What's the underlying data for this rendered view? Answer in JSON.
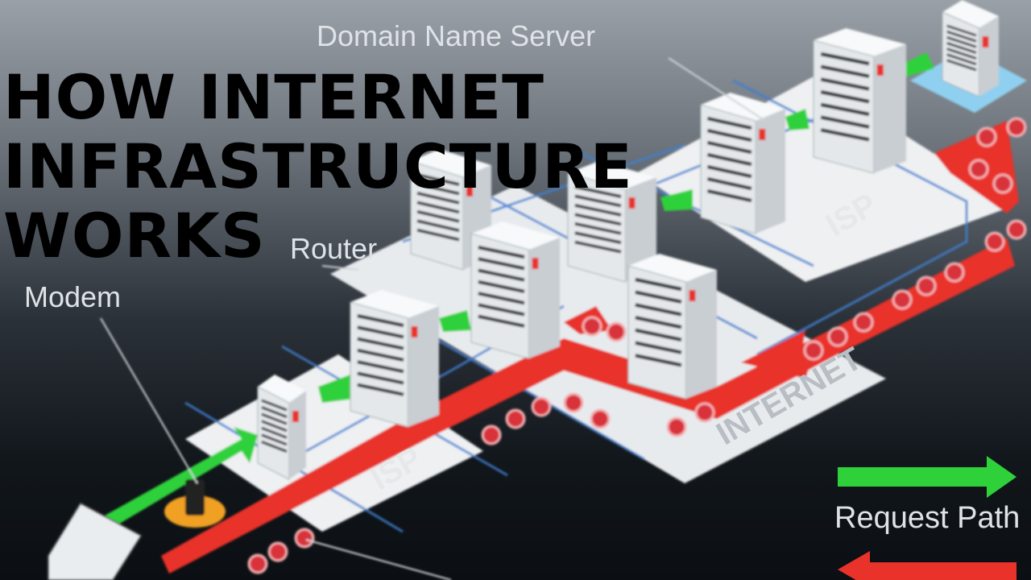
{
  "title": {
    "lines": [
      "HOW INTERNET",
      "INFRASTRUCTURE",
      "WORKS"
    ]
  },
  "diagram": {
    "labels": {
      "dns": "Domain Name Server",
      "router": "Router",
      "modem": "Modem",
      "isp_left": "ISP",
      "isp_right": "ISP",
      "internet": "INTERNET"
    },
    "legend": {
      "request_path": "Request Path",
      "request_color": "#2fd13a",
      "response_color": "#e8322a"
    },
    "colors": {
      "platform": "#eef0f2",
      "wire": "#3f7fd0",
      "server_body": "#e9edf0",
      "dns_highlight": "#8fd0f0",
      "modem_ring": "#f0a020"
    }
  }
}
